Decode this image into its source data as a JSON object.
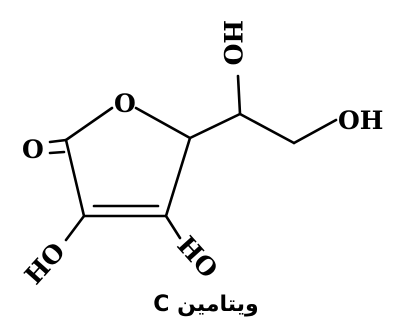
{
  "molecule": {
    "labels": {
      "ring_oxygen": "O",
      "carbonyl_oxygen": "O",
      "hydroxyl_top": "HO",
      "hydroxyl_right": "OH",
      "hydroxyl_bottom_left": "HO",
      "hydroxyl_bottom_right": "HO"
    },
    "caption": "ویتامین C"
  },
  "colors": {
    "ink": "#000000",
    "background": "#ffffff"
  }
}
